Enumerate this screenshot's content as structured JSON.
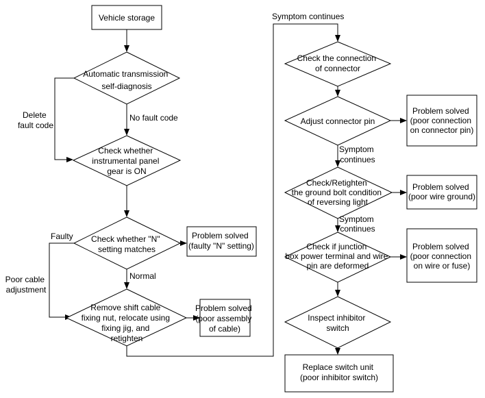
{
  "nodes": {
    "vehicle_storage": [
      "Vehicle storage"
    ],
    "self_diagnosis": [
      "Automatic transmission",
      "self-diagnosis"
    ],
    "check_gear": [
      "Check whether",
      "instrumental panel",
      "gear is ON"
    ],
    "check_n_setting": [
      "Check whether \"N\"",
      "setting matches"
    ],
    "solved_n_setting": [
      "Problem solved",
      "(faulty \"N\" setting)"
    ],
    "remove_shift_cable": [
      "Remove shift cable",
      "fixing nut, relocate using",
      "fixing jig, and",
      "retighten"
    ],
    "solved_cable": [
      "Problem solved",
      "(poor assembly",
      "of cable)"
    ],
    "check_connector": [
      "Check the connection",
      "of connector"
    ],
    "adjust_pin": [
      "Adjust connector pin"
    ],
    "solved_pin": [
      "Problem solved",
      "(poor connection",
      "on connector pin)"
    ],
    "check_ground": [
      "Check/Retighten",
      "the ground bolt condition",
      "of reversing light"
    ],
    "solved_ground": [
      "Problem solved",
      "(poor wire ground)"
    ],
    "check_junction": [
      "Check if junction",
      "box power terminal and wire",
      "pin are deformed"
    ],
    "solved_junction": [
      "Problem solved",
      "(poor connection",
      "on wire or fuse)"
    ],
    "inspect_inhibitor": [
      "Inspect inhibitor",
      "switch"
    ],
    "replace_switch": [
      "Replace switch unit",
      "(poor inhibitor switch)"
    ]
  },
  "edge_labels": {
    "delete_fault_code": [
      "Delete",
      "fault code"
    ],
    "no_fault_code": [
      "No fault code"
    ],
    "faulty": [
      "Faulty"
    ],
    "normal": [
      "Normal"
    ],
    "poor_cable_adjustment": [
      "Poor cable",
      "adjustment"
    ],
    "symptom_continues_top": [
      "Symptom continues"
    ],
    "symptom_continues_1": [
      "Symptom",
      "continues"
    ],
    "symptom_continues_2": [
      "Symptom",
      "continues"
    ]
  }
}
